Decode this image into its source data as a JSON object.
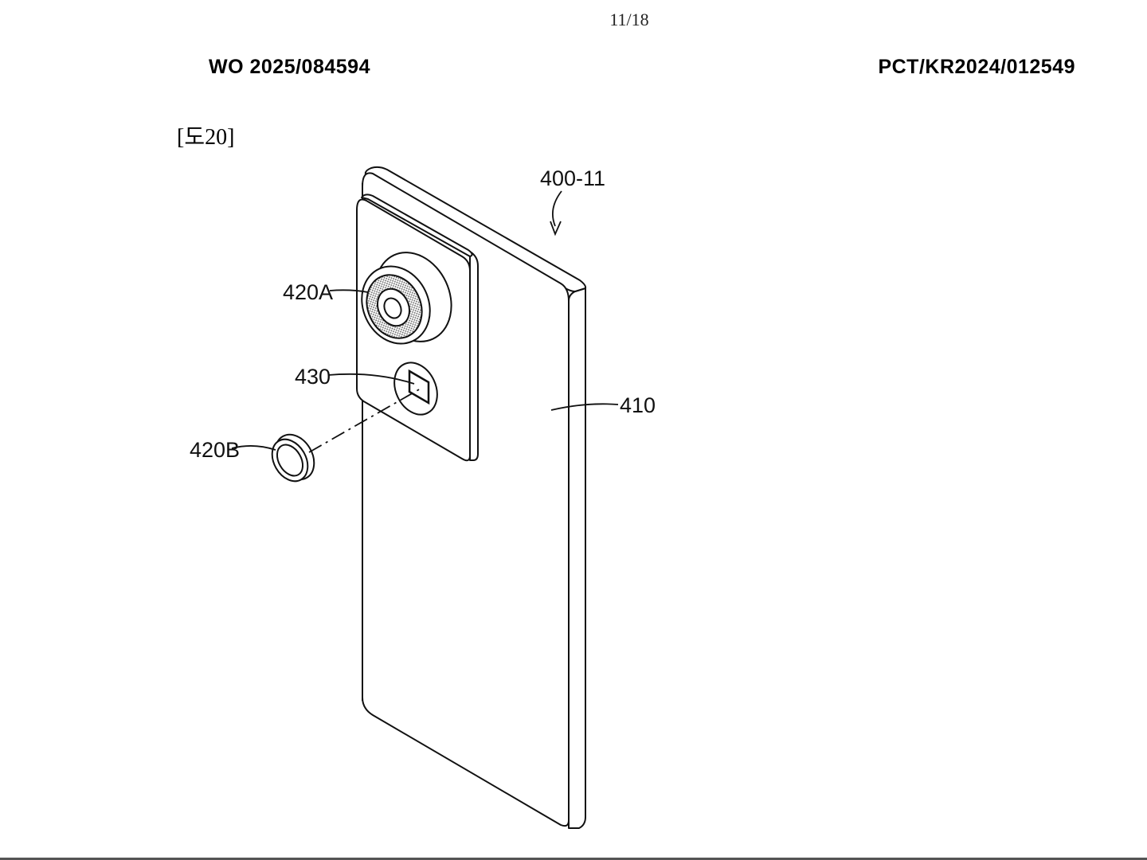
{
  "header": {
    "page_number": "11/18",
    "publication_number": "WO 2025/084594",
    "application_number": "PCT/KR2024/012549"
  },
  "figure": {
    "label": "[도20]",
    "references": {
      "device": "400-11",
      "back_cover": "410",
      "camera_lens": "420A",
      "detachable_lens": "420B",
      "sensor_module": "430"
    }
  }
}
